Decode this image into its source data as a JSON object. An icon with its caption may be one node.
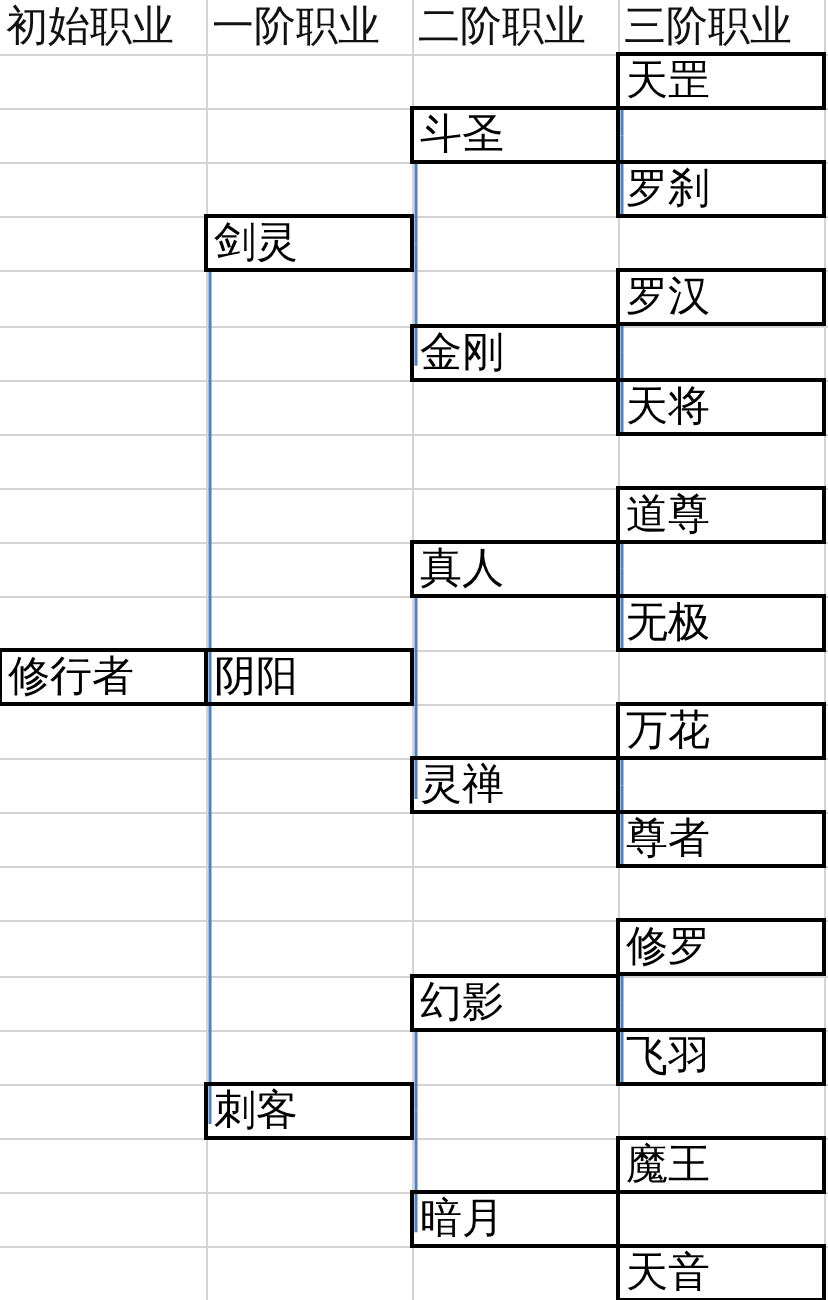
{
  "diagram": {
    "nodes": [
      {
        "text": [
          "天罡"
        ]
      },
      {
        "text": [
          "斗圣"
        ]
      },
      {
        "text": [
          "罗刹"
        ]
      },
      {
        "text": [
          "剑灵"
        ]
      },
      {
        "text": [
          "罗汉"
        ]
      },
      {
        "text": [
          "金刚"
        ]
      },
      {
        "text": [
          "天将"
        ]
      },
      {
        "text": [
          "道尊"
        ]
      },
      {
        "text": [
          "真人"
        ]
      },
      {
        "text": [
          "无极"
        ]
      },
      {
        "text": [
          "修行者"
        ]
      },
      {
        "text": [
          "阴阳"
        ]
      },
      {
        "text": [
          "万花"
        ]
      },
      {
        "text": [
          "灵禅"
        ]
      },
      {
        "text": [
          "尊者"
        ]
      },
      {
        "text": [
          "修罗"
        ]
      },
      {
        "text": [
          "幻影"
        ]
      },
      {
        "text": [
          "飞羽"
        ]
      },
      {
        "text": [
          "刺客"
        ]
      },
      {
        "text": [
          "魔王"
        ]
      },
      {
        "text": [
          "暗月"
        ]
      },
      {
        "text": [
          "天音"
        ]
      }
    ],
    "edges": [
      {
        "from": 10,
        "to": 3,
        "arrow": "none"
      },
      {
        "from": 10,
        "to": 18,
        "arrow": "none"
      },
      {
        "from": 3,
        "to": 1,
        "arrow": "none"
      },
      {
        "from": 3,
        "to": 5,
        "arrow": "none"
      },
      {
        "from": 1,
        "to": 0,
        "arrow": "none"
      },
      {
        "from": 1,
        "to": 2,
        "arrow": "none"
      },
      {
        "from": 5,
        "to": 4,
        "arrow": "none"
      },
      {
        "from": 5,
        "to": 6,
        "arrow": "none"
      },
      {
        "from": 11,
        "to": 8,
        "arrow": "none"
      },
      {
        "from": 11,
        "to": 13,
        "arrow": "none"
      },
      {
        "from": 8,
        "to": 7,
        "arrow": "none"
      },
      {
        "from": 8,
        "to": 9,
        "arrow": "none"
      },
      {
        "from": 13,
        "to": 12,
        "arrow": "none"
      },
      {
        "from": 13,
        "to": 14,
        "arrow": "none"
      },
      {
        "from": 18,
        "to": 16,
        "arrow": "none"
      },
      {
        "from": 18,
        "to": 20,
        "arrow": "none"
      },
      {
        "from": 16,
        "to": 15,
        "arrow": "none"
      },
      {
        "from": 16,
        "to": 17,
        "arrow": "none"
      }
    ],
    "labels": [
      "初始职业",
      "一阶职业",
      "二阶职业",
      "三阶职业"
    ]
  }
}
